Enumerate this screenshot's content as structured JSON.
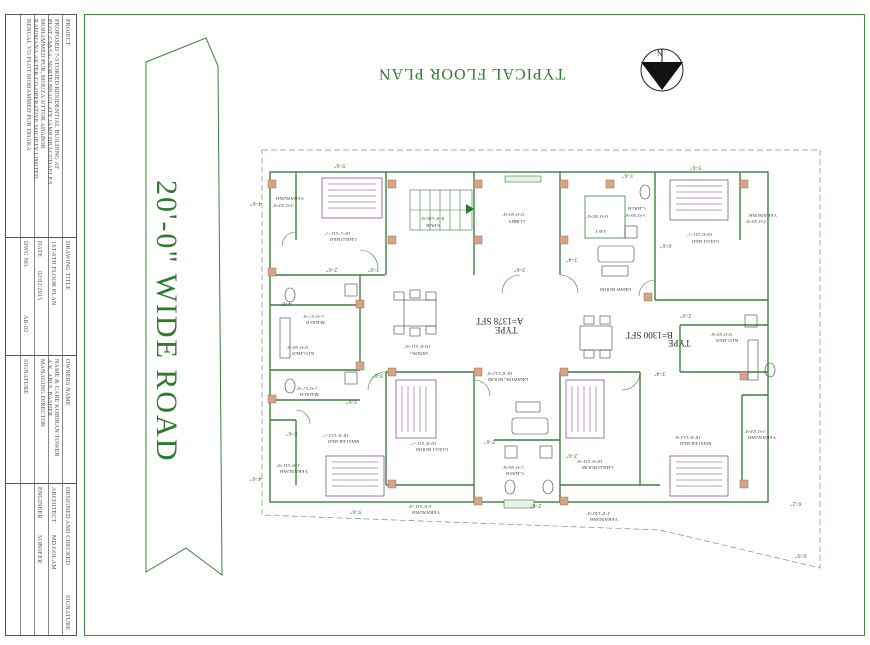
{
  "plan_title": "TYPICAL FLOOR PLAN",
  "north_label": "N",
  "road_label": "20'-0\" WIDE ROAD",
  "title_block": {
    "project_label": "PROJECT",
    "project_lines": [
      "PROPOSED 7-STORIED RESIDENTIAL BUILDING AT",
      "PLOT CS&SA- NORTH BHAGLATY JAMP DHAGUDAEI P.S.",
      "MOHAMMED PUR, MOUZA-UTTOR ADABOR",
      "RAHIMANA AKTER CO-OPERATIVE SOCIETY LIMITED",
      "BENGAL VO PLOT MOHAMMED PUR DHAKA"
    ],
    "drawing_title_label": "DRAWING TITLE",
    "drawing_title": "1ST-6TH FLOOR PLAN",
    "date_label": "DATE",
    "date": "02/02/2015",
    "dwg_no_label": "DWG NO.",
    "dwg_no": "AR-02",
    "owners_label": "OWNERS NAME",
    "owner_lines": [
      "NAME & CARE KOBIRAN TOWER",
      "A.K. ABUL BASHER",
      "MANAGING DIRECTOR"
    ],
    "signature_label": "SIGNATURE",
    "designed_label": "DESIGNED AND CHECKED",
    "architect_label": "ARCHITECT",
    "architect": "MD.GOLAM",
    "engineer_label": "ENGINEER",
    "engineer": "SOBOFER",
    "sign_label": "SIGNATURE"
  },
  "rooms": [
    {
      "name": "CHILD BED",
      "size": "10'-5\"x11'-7\""
    },
    {
      "name": "VERANDAH",
      "size": "3'-0\"x9'-0\""
    },
    {
      "name": "STAIR",
      "size": "8'-0\"x16'-0\""
    },
    {
      "name": "LOBBY",
      "size": "6'-0\"x9'-0\""
    },
    {
      "name": "LIFT",
      "size": "6'-0\"x6'-0\""
    },
    {
      "name": "GUEST BED",
      "size": "10'-0\"x11'-7\""
    },
    {
      "name": "C.BATH",
      "size": "5'-0\"x6'-6\""
    },
    {
      "name": "VERANDAH",
      "size": "3'-0\"x9'-6\""
    },
    {
      "name": "DRAW ROOM",
      "size": ""
    },
    {
      "name": "DINING",
      "size": "10'-0\"x11'-0\""
    },
    {
      "name": "KITCHEN",
      "size": "8'-0\"x8'-6\""
    },
    {
      "name": "KITCHEN",
      "size": "8'-0\"x9'-6\""
    },
    {
      "name": "M.BATH",
      "size": "5'-0\"x7'-0\""
    },
    {
      "name": "M.BATH",
      "size": "5'-0\"x7'-0\""
    },
    {
      "name": "DRAWING ROOM",
      "size": "10'-0\"x12'-0\""
    },
    {
      "name": "MASTER BED",
      "size": "10'-0\"x13'-7\""
    },
    {
      "name": "GUEST ROOM",
      "size": "10'-0\"x11'-7\""
    },
    {
      "name": "C.BATH",
      "size": "5'-0\"x6'-6\""
    },
    {
      "name": "CHILD ROOM",
      "size": "10'-0\"x11'-6\""
    },
    {
      "name": "MASTER BED",
      "size": "10'-0\"x13'-6\""
    },
    {
      "name": "VERANDAH",
      "size": "3'-0\"x11'-4\""
    },
    {
      "name": "VERANDAH",
      "size": "3'-0\"x10'-0\""
    },
    {
      "name": "VERANDAH",
      "size": "3'-0\"x11'-0\""
    },
    {
      "name": "VERANDAH",
      "size": "3'-0\"x9'-0\""
    }
  ],
  "type_a": {
    "label": "TYPE",
    "area": "A=1378 SFT"
  },
  "type_b": {
    "label": "TYPE",
    "area": "B=1300 SFT"
  },
  "dimensions": [
    "5'-6\"",
    "5'-6\"",
    "5'-6\"",
    "4'-6\"",
    "4'-6\"",
    "2'-6\"",
    "3'-6\"",
    "3'-6\"",
    "3'-4\"",
    "3'-6\"",
    "3'-4\"",
    "2'-6\"",
    "2'-6\"",
    "6'-2\"",
    "6'-9\"",
    "3'-6\"",
    "2'-6\"",
    "6'-6\"",
    "1'-6\"",
    "2'-6\"",
    "4'-6\"",
    "6'-6\""
  ],
  "colors": {
    "wall": "#3f7f3f",
    "furniture": "#7a3a8a",
    "column": "#c89a78",
    "text": "#333333",
    "dim": "#3d8f3d"
  }
}
